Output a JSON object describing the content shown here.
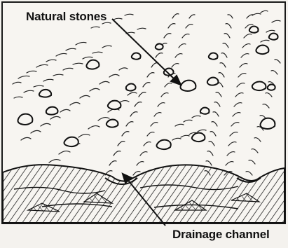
{
  "labels": {
    "natural_stones": "Natural stones",
    "drainage_channel": "Drainage channel"
  },
  "colors": {
    "background": "#f4f2ee",
    "ink": "#111111",
    "frame": "#1a1a1a"
  },
  "illustration": {
    "subject": "hillside terraces with scattered natural stones and a drainage channel",
    "stone_count": 23
  }
}
